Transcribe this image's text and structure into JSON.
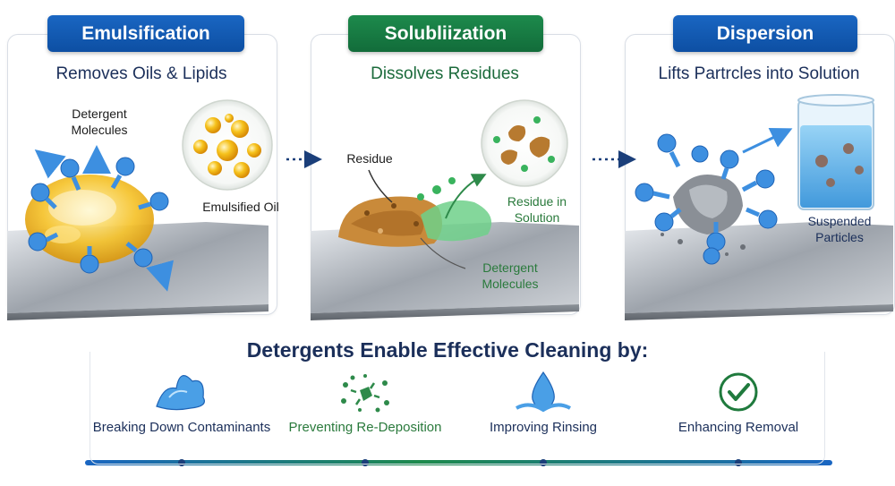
{
  "panels": [
    {
      "badge": "Emulsification",
      "subtitle": "Removes Oils & Lipids",
      "color": "#1a66c2"
    },
    {
      "badge": "Solubliization",
      "subtitle": "Dissolves Residues",
      "color": "#1d8a4c"
    },
    {
      "badge": "Dispersion",
      "subtitle": "Lifts Partrcles into Solution",
      "color": "#1a66c2"
    }
  ],
  "labels": {
    "detergent_molecules_1": "Detergent Molecules",
    "emulsified_oil": "Emulsified Oil",
    "residue": "Residue",
    "residue_in_solution": "Residue in Solution",
    "detergent_molecules_2": "Detergent Molecules",
    "suspended_particles": "Suspended Particles"
  },
  "bottom": {
    "title": "Detergents Enable Effective Cleaning by:",
    "benefits": [
      {
        "label": "Breaking Down Contaminants",
        "icon": "water-splash-icon"
      },
      {
        "label": "Preventing Re-Deposition",
        "icon": "scatter-particles-icon"
      },
      {
        "label": "Improving Rinsing",
        "icon": "water-drop-icon"
      },
      {
        "label": "Enhancing Removal",
        "icon": "check-circle-icon"
      }
    ]
  }
}
